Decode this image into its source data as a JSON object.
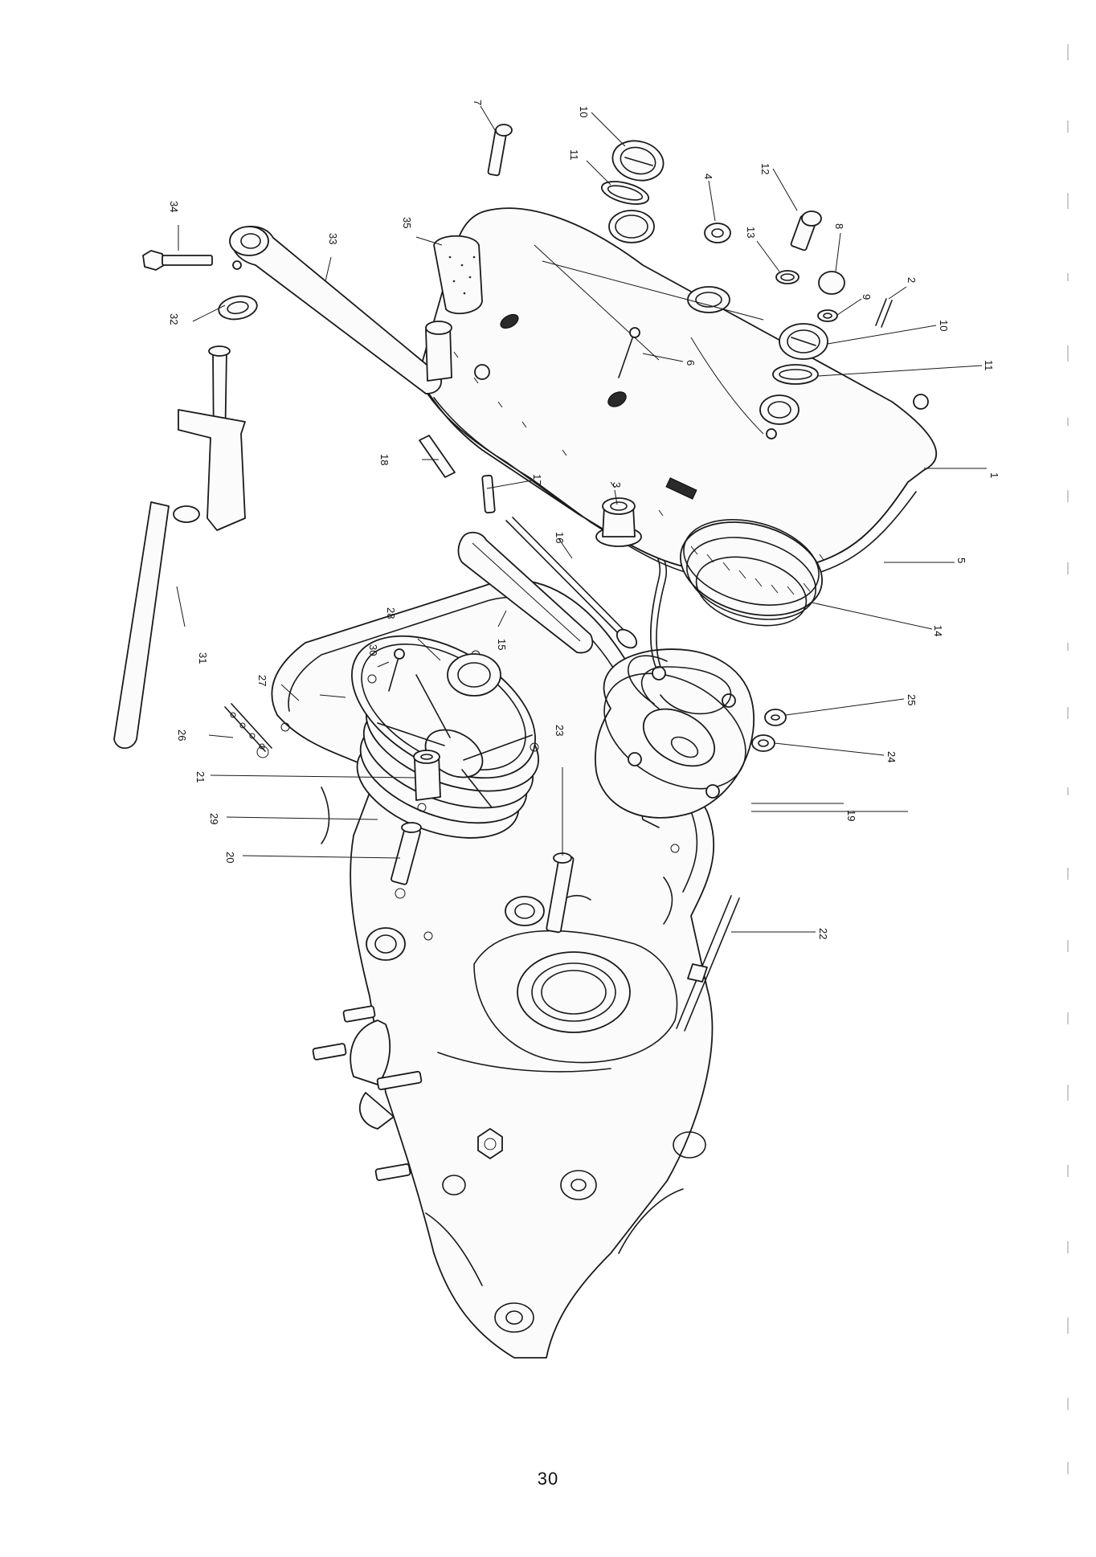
{
  "page": {
    "number": "30"
  },
  "diagram": {
    "callouts": [
      {
        "id": "c1",
        "text": "1"
      },
      {
        "id": "c2",
        "text": "2"
      },
      {
        "id": "c3",
        "text": "3"
      },
      {
        "id": "c4",
        "text": "4"
      },
      {
        "id": "c5",
        "text": "5"
      },
      {
        "id": "c6",
        "text": "6"
      },
      {
        "id": "c7",
        "text": "7"
      },
      {
        "id": "c8",
        "text": "8"
      },
      {
        "id": "c9",
        "text": "9"
      },
      {
        "id": "c10a",
        "text": "10"
      },
      {
        "id": "c10b",
        "text": "10"
      },
      {
        "id": "c11a",
        "text": "11"
      },
      {
        "id": "c11b",
        "text": "11"
      },
      {
        "id": "c12",
        "text": "12"
      },
      {
        "id": "c13",
        "text": "13"
      },
      {
        "id": "c14",
        "text": "14"
      },
      {
        "id": "c15",
        "text": "15"
      },
      {
        "id": "c16",
        "text": "16"
      },
      {
        "id": "c17",
        "text": "17"
      },
      {
        "id": "c18",
        "text": "18"
      },
      {
        "id": "c19",
        "text": "19"
      },
      {
        "id": "c20",
        "text": "20"
      },
      {
        "id": "c21",
        "text": "21"
      },
      {
        "id": "c22",
        "text": "22"
      },
      {
        "id": "c23",
        "text": "23"
      },
      {
        "id": "c24",
        "text": "24"
      },
      {
        "id": "c25",
        "text": "25"
      },
      {
        "id": "c26",
        "text": "26"
      },
      {
        "id": "c27",
        "text": "27"
      },
      {
        "id": "c28",
        "text": "28"
      },
      {
        "id": "c29",
        "text": "29"
      },
      {
        "id": "c30",
        "text": "30"
      },
      {
        "id": "c31",
        "text": "31"
      },
      {
        "id": "c32",
        "text": "32"
      },
      {
        "id": "c33",
        "text": "33"
      },
      {
        "id": "c34",
        "text": "34"
      },
      {
        "id": "c35",
        "text": "35"
      }
    ]
  },
  "colors": {
    "ink": "#1a1a1a",
    "paper": "#ffffff"
  }
}
